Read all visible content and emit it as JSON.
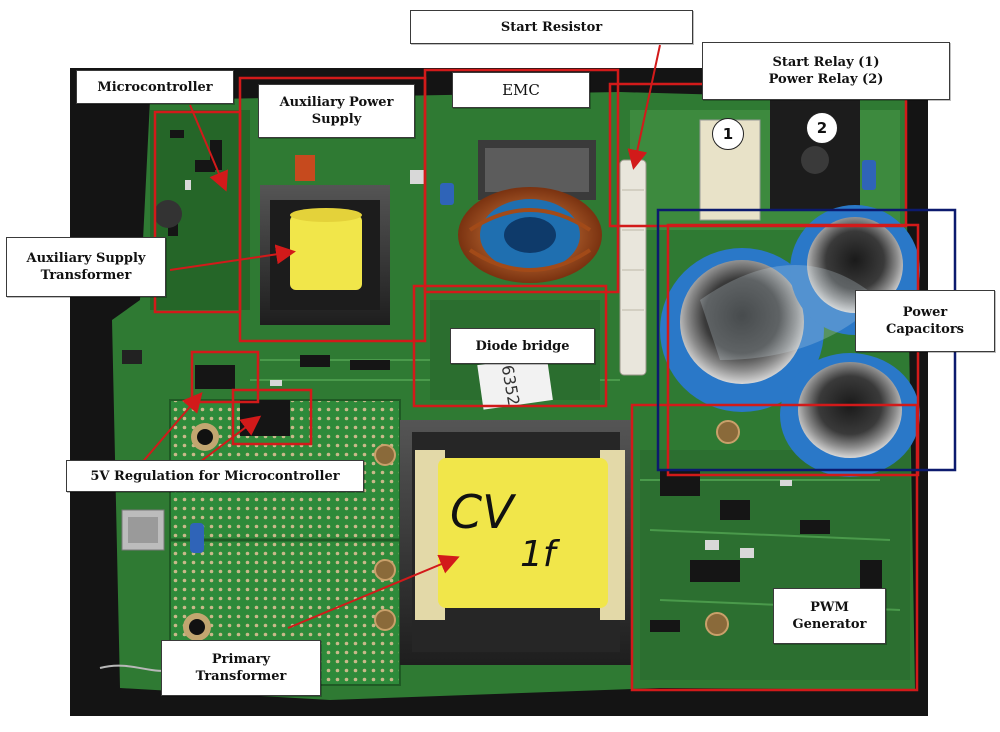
{
  "labels": {
    "start_resistor": "Start Resistor",
    "relays": {
      "line1": "Start Relay (1)",
      "line2": "Power Relay (2)"
    },
    "microcontroller": "Microcontroller",
    "aux_power_supply": {
      "line1": "Auxiliary Power",
      "line2": "Supply"
    },
    "emc": "EMC",
    "aux_supply_transformer": {
      "line1": "Auxiliary Supply",
      "line2": "Transformer"
    },
    "power_capacitors": {
      "line1": "Power",
      "line2": "Capacitors"
    },
    "diode_bridge": "Diode bridge",
    "regulation_5v": "5V Regulation for Microcontroller",
    "pwm_generator": {
      "line1": "PWM",
      "line2": "Generator"
    },
    "primary_transformer": {
      "line1": "Primary",
      "line2": "Transformer"
    }
  },
  "markers": {
    "relay_1": "1",
    "relay_2": "2"
  },
  "handwriting": {
    "line1": "CV",
    "line2": "1f"
  },
  "board_sticker": "6352",
  "colors": {
    "pcb_green": "#2f7a33",
    "highlight_red": "#d21a1a",
    "highlight_blue": "#0c1a6e",
    "transformer_yellow": "#f1e64a",
    "capacitor_blue": "#2a78c8"
  }
}
